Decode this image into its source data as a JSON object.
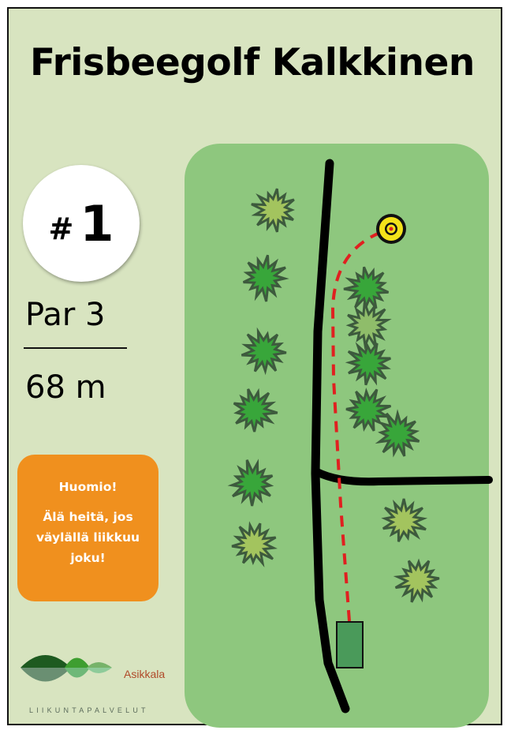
{
  "title": "Frisbeegolf Kalkkinen",
  "hole": {
    "hash": "#",
    "number": "1"
  },
  "par": "Par 3",
  "distance": "68 m",
  "notice": {
    "heading": "Huomio!",
    "lines": [
      "Älä heitä, jos",
      "väylällä liikkuu",
      "joku!"
    ]
  },
  "logo": {
    "name": "Asikkala",
    "subtitle": "LIIKUNTAPALVELUT"
  },
  "colors": {
    "background": "#d8e4c0",
    "fairway": "#8ec77e",
    "notice": "#f0901e",
    "path": "#000000",
    "flight_line": "#e02020",
    "basket": "#f4e21a",
    "tee": "#4a9a5a"
  }
}
